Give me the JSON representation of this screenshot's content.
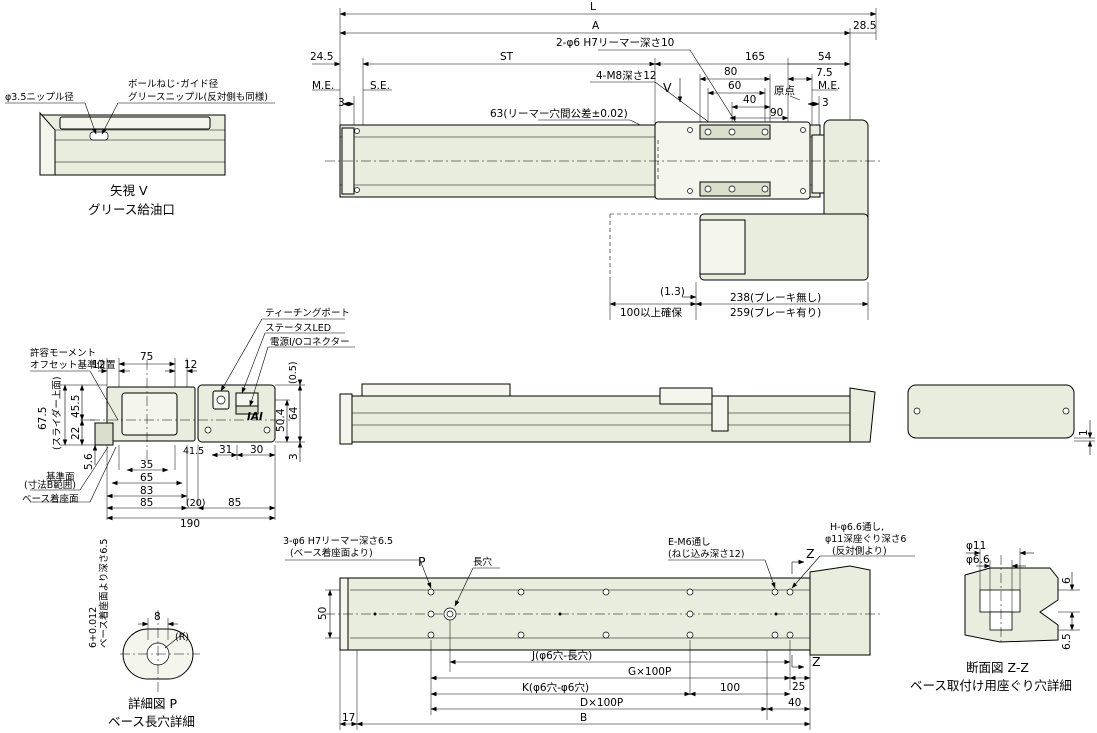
{
  "top_view": {
    "dims": {
      "L": "L",
      "A": "A",
      "ST": "ST",
      "d28_5": "28.5",
      "d24_5": "24.5",
      "d165": "165",
      "d54": "54",
      "d80": "80",
      "d7_5": "7.5",
      "d60": "60",
      "d40": "40",
      "d90": "90",
      "d3a": "3",
      "d3b": "3",
      "d1_3": "(1.3)"
    },
    "labels": {
      "me_left": "M.E.",
      "se": "S.E.",
      "reamer": "2-φ6 H7リーマー深さ10",
      "m8": "4-M8深さ12",
      "v": "V",
      "origin": "原点",
      "me_right": "M.E.",
      "pitch": "63(リーマー穴間公差±0.02)",
      "clearance": "100以上確保",
      "brake_none": "238(ブレーキ無し)",
      "brake_with": "259(ブレーキ有り)"
    }
  },
  "view_v": {
    "nipple": "φ3.5ニップル径",
    "ballscrew_1": "ボールねじ･ガイド径",
    "ballscrew_2": "グリースニップル(反対側も同様)",
    "title_1": "矢視 V",
    "title_2": "グリース給油口"
  },
  "end_view": {
    "moment_1": "許容モーメント",
    "moment_2": "オフセット基準位置",
    "teaching": "ティーチングポート",
    "status": "ステータスLED",
    "power": "電源I/Oコネクター",
    "brand": "IAI",
    "datum_1": "基準面",
    "datum_2": "(寸法B範囲)",
    "base": "ベース着座面",
    "slider_label": "(スライダー上面)",
    "dims": {
      "d75": "75",
      "d12a": "12",
      "d12b": "12",
      "d67_5": "67.5",
      "d45_5": "45.5",
      "d22": "22",
      "d5_6": "5.6",
      "d35": "35",
      "d65": "65",
      "d83": "83",
      "d85a": "85",
      "d20": "(20)",
      "d85b": "85",
      "d190": "190",
      "d41_5": "41.5",
      "d31": "31",
      "d30": "30",
      "d0_5": "(0.5)",
      "d50_4": "50.4",
      "d64": "64",
      "d3": "3",
      "d1": "1"
    }
  },
  "bottom_view": {
    "reamer_1": "3-φ6 H7リーマー深さ6.5",
    "reamer_2": "(ベース着座面より)",
    "p": "P",
    "slot": "長穴",
    "e_1": "E-M6通し",
    "e_2": "(ねじ込み深さ12)",
    "h_1": "H-φ6.6通し,",
    "h_2": "φ11深座ぐり深さ6",
    "h_3": "(反対側より)",
    "z_top": "Z",
    "z_bottom": "Z",
    "dims": {
      "d50": "50",
      "J": "J(φ6穴-長穴)",
      "G": "G×100P",
      "d25": "25",
      "K": "K(φ6穴-φ6穴)",
      "d100": "100",
      "D": "D×100P",
      "d40": "40",
      "d17": "17",
      "B": "B"
    }
  },
  "detail_p": {
    "side_1": "6+0.012",
    "side_2": "ベース着座面より深さ6.5",
    "d8": "8",
    "r": "(R)",
    "title_1": "詳細図 P",
    "title_2": "ベース長穴詳細"
  },
  "section_z": {
    "d11": "φ11",
    "d6_6": "φ6.6",
    "d6": "6",
    "d6_5": "6.5",
    "title_1": "断面図 Z-Z",
    "title_2": "ベース取付け用座ぐり穴詳細"
  }
}
